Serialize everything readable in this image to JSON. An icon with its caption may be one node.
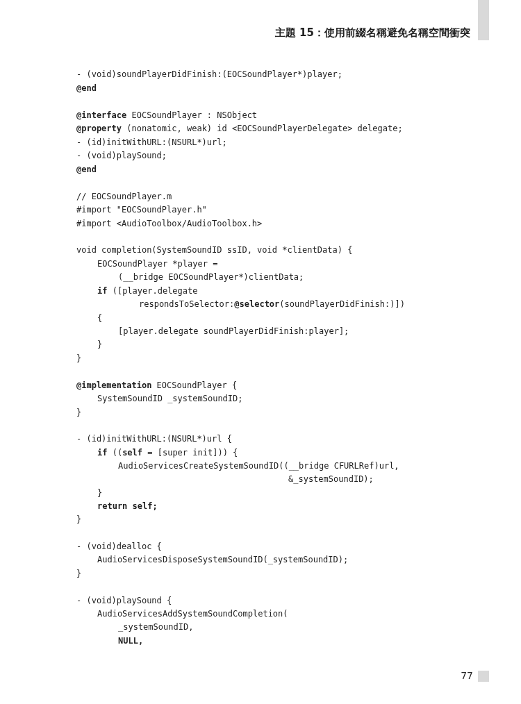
{
  "diagram": {
    "labels": [
      "主題 15：使用前綴名稱避免名稱空間衝突",
      "- (void)soundPlayerDidFinish:(EOCSoundPlayer*)player;",
      "@end",
      "**@interface** EOCSoundPlayer : NSObject",
      "**@property** (nonatomic, weak) id <EOCSoundPlayerDelegate> delegate;",
      "- (id)initWithURL:(NSURL*)url;",
      "- (void)playSound;",
      "@end",
      "// EOCSoundPlayer.m",
      "#import \"EOCSoundPlayer.h\"",
      "#import <AudioToolbox/AudioToolbox.h>",
      "void completion(SystemSoundID ssID, void *clientData) {",
      "EOCSoundPlayer *player =",
      "(__bridge EOCSoundPlayer*)clientData;",
      "**if** ([player.delegate",
      "respondsToSelector:**@selector**(soundPlayerDidFinish:)])",
      "{",
      "[player.delegate soundPlayerDidFinish:player];",
      "}",
      "}",
      "**@implementation** EOCSoundPlayer {",
      "SystemSoundID _systemSoundID;",
      "}",
      "- (id)initWithURL:(NSURL*)url {",
      "**if** ((**self** = [super init])) {",
      "AudioServicesCreateSystemSoundID((__bridge CFURLRef)url,",
      "&_systemSoundID);",
      "}",
      "return self;",
      "}",
      "- (void)dealloc {",
      "AudioServicesDisposeSystemSoundID(_systemSoundID);",
      "}",
      "- (void)playSound {",
      "AudioServicesAddSystemSoundCompletion(",
      "_systemSoundID,",
      "NULL,",
      "77"
    ]
  }
}
